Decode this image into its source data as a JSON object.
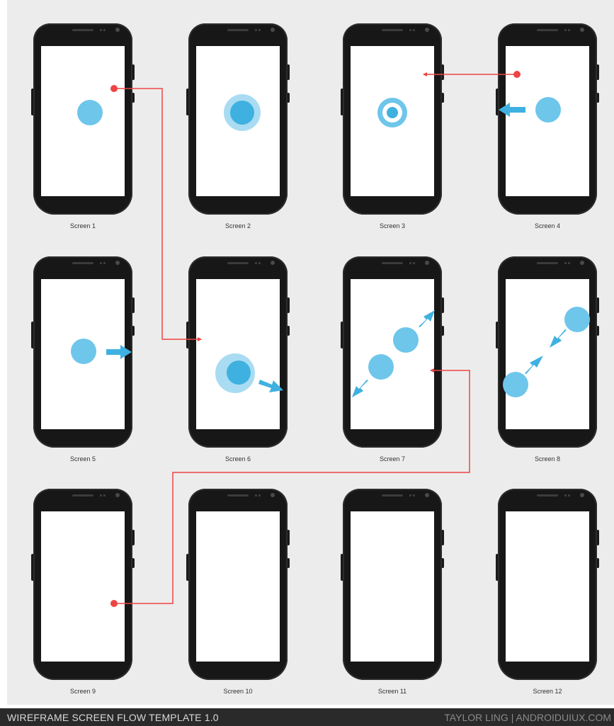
{
  "footer": {
    "title": "WIREFRAME SCREEN FLOW TEMPLATE 1.0",
    "credit": "TAYLOR LING | ANDROIDUIUX.COM"
  },
  "screens": [
    {
      "label": "Screen 1"
    },
    {
      "label": "Screen 2"
    },
    {
      "label": "Screen 3"
    },
    {
      "label": "Screen 4"
    },
    {
      "label": "Screen 5"
    },
    {
      "label": "Screen 6"
    },
    {
      "label": "Screen 7"
    },
    {
      "label": "Screen 8"
    },
    {
      "label": "Screen 9"
    },
    {
      "label": "Screen 10"
    },
    {
      "label": "Screen 11"
    },
    {
      "label": "Screen 12"
    }
  ],
  "colors": {
    "touch": "#6ec6ea",
    "touch_dark": "#3fb1e0",
    "touch_halo": "#a9dcf2",
    "flow_line": "#ee4444",
    "phone": "#171717",
    "background": "#ececec"
  },
  "flows": [
    {
      "from": "Screen 1",
      "to": "Screen 6"
    },
    {
      "from": "Screen 4",
      "to": "Screen 3"
    },
    {
      "from": "Screen 9",
      "to": "Screen 7"
    }
  ]
}
